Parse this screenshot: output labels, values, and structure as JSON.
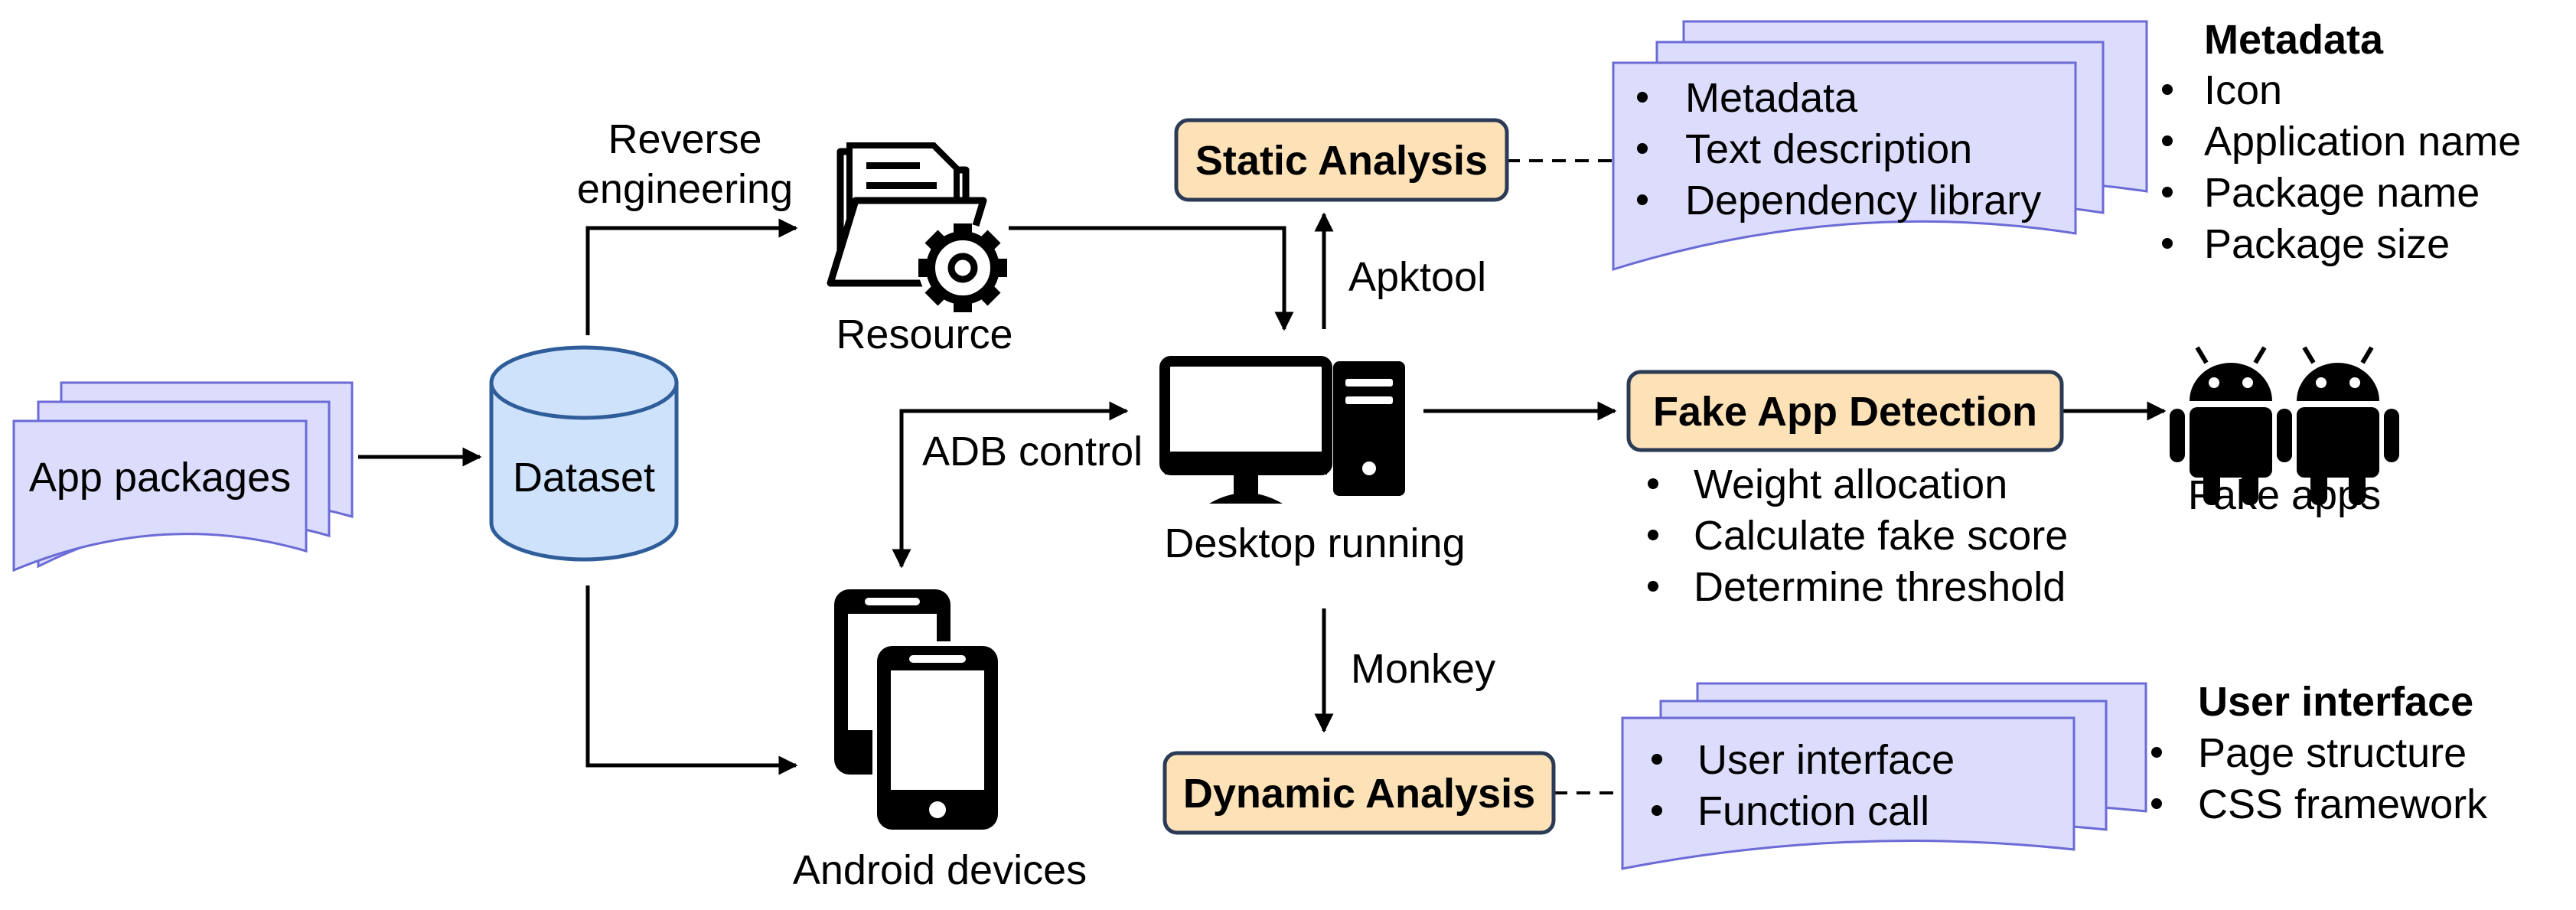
{
  "nodes": {
    "app_packages": "App packages",
    "dataset": "Dataset",
    "resource": "Resource",
    "desktop": "Desktop running",
    "android_devices": "Android devices",
    "static_analysis": "Static Analysis",
    "dynamic_analysis": "Dynamic Analysis",
    "fake_detection": "Fake App Detection",
    "fake_apps": "Fake apps"
  },
  "edges": {
    "reverse_engineering_1": "Reverse",
    "reverse_engineering_2": "engineering",
    "apktool": "Apktool",
    "adb_control": "ADB control",
    "monkey": "Monkey"
  },
  "static_doc": [
    "Metadata",
    "Text description",
    "Dependency library"
  ],
  "metadata_list": {
    "header": "Metadata",
    "items": [
      "Icon",
      "Application name",
      "Package name",
      "Package size"
    ]
  },
  "detection_steps": [
    "Weight allocation",
    "Calculate fake score",
    "Determine threshold"
  ],
  "dynamic_doc": [
    "User interface",
    "Function call"
  ],
  "ui_list": {
    "header": "User interface",
    "items": [
      "Page structure",
      "CSS framework"
    ]
  },
  "colors": {
    "document_fill": "#dcdcfc",
    "document_stroke": "#6b6bd6",
    "node_fill": "#fde2b8",
    "node_stroke": "#2b3a55",
    "dataset_fill": "#cfe2fb",
    "dataset_stroke": "#2f5d9a"
  }
}
